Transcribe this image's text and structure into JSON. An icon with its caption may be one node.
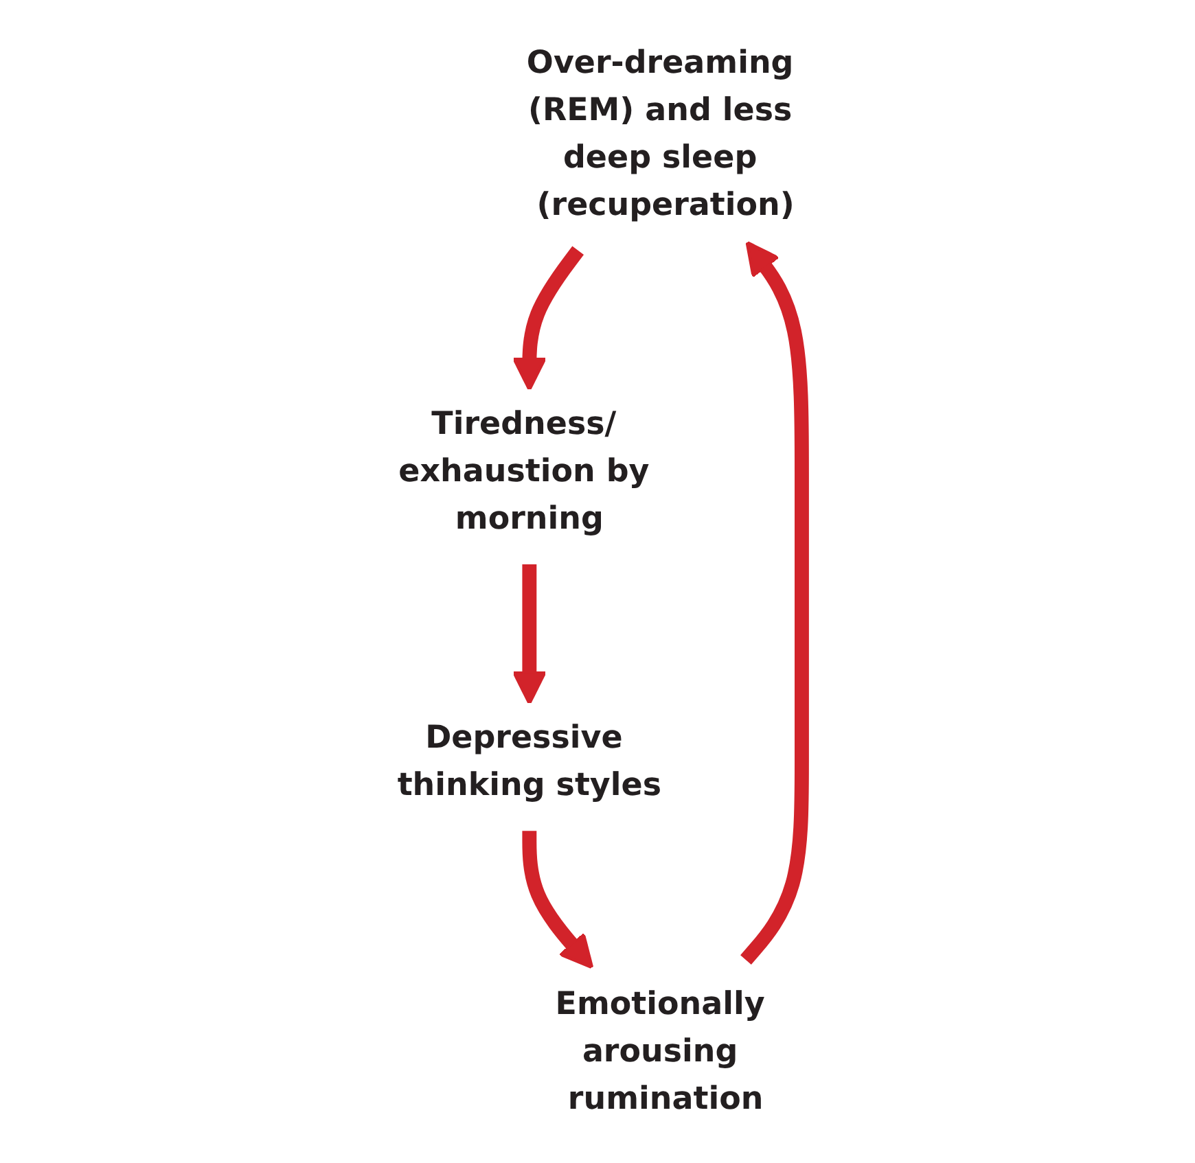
{
  "diagram": {
    "nodes": [
      {
        "text": [
          "Over-dreaming (REM) and less deep sleep (recuperation)"
        ]
      },
      {
        "text": [
          "Tiredness/ exhaustion by morning"
        ]
      },
      {
        "text": [
          "Depressive thinking styles"
        ]
      },
      {
        "text": [
          "Emotionally arousing rumination"
        ]
      }
    ],
    "edges": [
      {
        "from": 0,
        "to": 1,
        "arrow": "to"
      },
      {
        "from": 1,
        "to": 2,
        "arrow": "to"
      },
      {
        "from": 2,
        "to": 3,
        "arrow": "to"
      },
      {
        "from": 3,
        "to": 0,
        "arrow": "to"
      }
    ]
  }
}
